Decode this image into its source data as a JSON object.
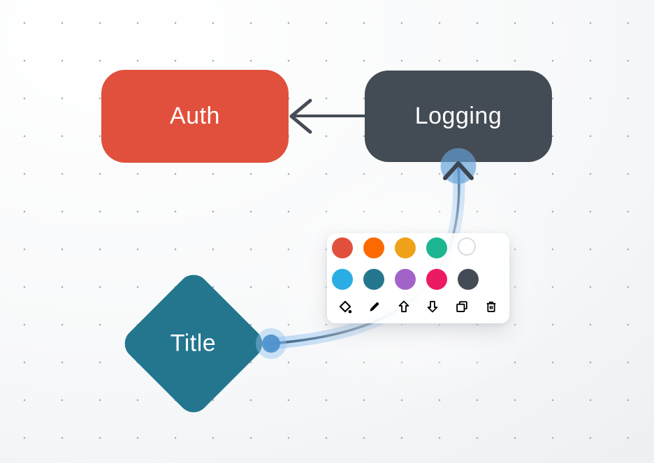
{
  "app": {
    "name": "diagram-editor-canvas"
  },
  "nodes": [
    {
      "id": "auth",
      "label": "Auth",
      "shape": "rounded-rectangle",
      "fill": "#e0503c",
      "text_color": "#ffffff"
    },
    {
      "id": "logging",
      "label": "Logging",
      "shape": "rounded-rectangle",
      "fill": "#434b55",
      "text_color": "#ffffff"
    },
    {
      "id": "title",
      "label": "Title",
      "shape": "diamond",
      "fill": "#24768f",
      "text_color": "#ffffff"
    }
  ],
  "edges": [
    {
      "from": "logging",
      "to": "auth",
      "type": "straight-arrow",
      "color": "#454c56",
      "selected": false
    },
    {
      "from": "title",
      "to": "logging",
      "type": "curved-arrow",
      "color": "#42688b",
      "selected": true,
      "highlight_color": "#93c3ef",
      "handle_color": "#4b90cc",
      "arrowhead_color": "#3d454f"
    }
  ],
  "popup": {
    "palette": [
      [
        "#e0503c",
        "#fb6900",
        "#efa11a",
        "#1db690",
        "#ffffff"
      ],
      [
        "#29ade2",
        "#25768f",
        "#a263c9",
        "#eb1a63",
        "#434b55"
      ]
    ],
    "white_swatch_border": "#d9dde3",
    "icon_color": "#2e3d54",
    "actions": [
      {
        "name": "fill-color",
        "icon": "paint-fill-icon"
      },
      {
        "name": "edit",
        "icon": "pencil-icon"
      },
      {
        "name": "bring-forward",
        "icon": "arrow-up-icon"
      },
      {
        "name": "send-backward",
        "icon": "arrow-down-icon"
      },
      {
        "name": "duplicate",
        "icon": "duplicate-icon"
      },
      {
        "name": "delete",
        "icon": "trash-icon"
      }
    ]
  }
}
